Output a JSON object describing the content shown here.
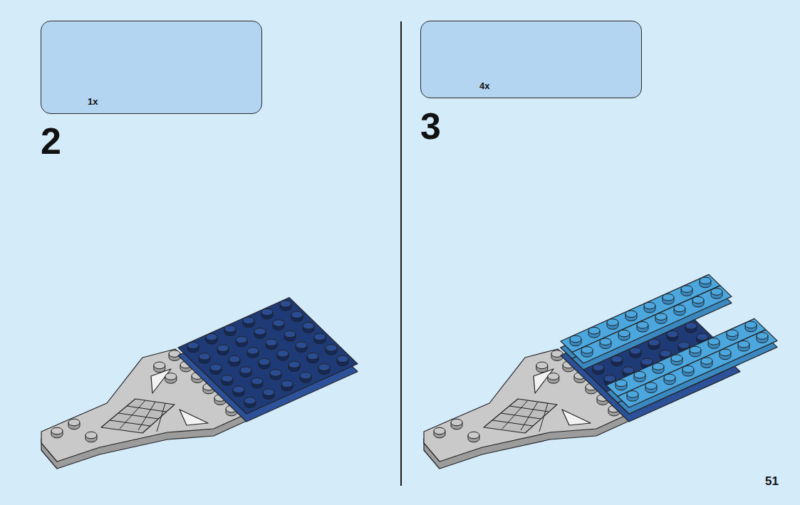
{
  "diagram": {
    "nodes": [
      {
        "text": [
          "1x"
        ]
      },
      {
        "text": [
          "4x"
        ]
      }
    ],
    "labels": [
      "2",
      "3",
      "51"
    ]
  }
}
